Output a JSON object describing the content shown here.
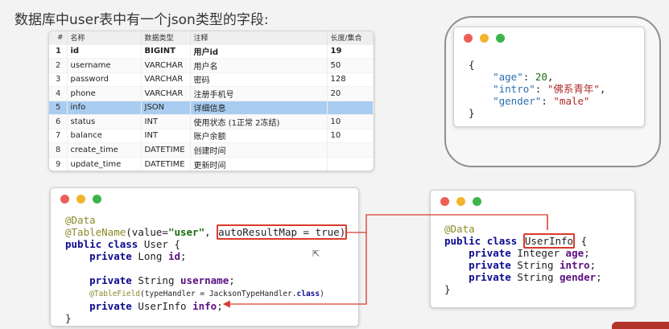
{
  "slide": {
    "title": "数据库中user表中有一个json类型的字段:"
  },
  "db_table": {
    "headers": [
      "#",
      "名称",
      "数据类型",
      "注释",
      "长度/集合"
    ],
    "rows": [
      {
        "num": "1",
        "name": "id",
        "type": "BIGINT",
        "comment": "用户id",
        "length": "19"
      },
      {
        "num": "2",
        "name": "username",
        "type": "VARCHAR",
        "comment": "用户名",
        "length": "50"
      },
      {
        "num": "3",
        "name": "password",
        "type": "VARCHAR",
        "comment": "密码",
        "length": "128"
      },
      {
        "num": "4",
        "name": "phone",
        "type": "VARCHAR",
        "comment": "注册手机号",
        "length": "20"
      },
      {
        "num": "5",
        "name": "info",
        "type": "JSON",
        "comment": "详细信息",
        "length": ""
      },
      {
        "num": "6",
        "name": "status",
        "type": "INT",
        "comment": "使用状态 (1正常 2冻结)",
        "length": "10"
      },
      {
        "num": "7",
        "name": "balance",
        "type": "INT",
        "comment": "账户余额",
        "length": "10"
      },
      {
        "num": "8",
        "name": "create_time",
        "type": "DATETIME",
        "comment": "创建时间",
        "length": ""
      },
      {
        "num": "9",
        "name": "update_time",
        "type": "DATETIME",
        "comment": "更新时间",
        "length": ""
      }
    ]
  },
  "json_code": {
    "open": "{",
    "k_age": "\"age\"",
    "v_age": "20",
    "k_intro": "\"intro\"",
    "v_intro": "\"佛系青年\"",
    "k_gender": "\"gender\"",
    "v_gender": "\"male\"",
    "close": "}"
  },
  "user_code": {
    "ann_data": "@Data",
    "ann_tablename": "@TableName",
    "tn_open": "(value=",
    "tn_value": "\"user\"",
    "tn_comma": ",",
    "tn_boxed": "autoResultMap = true",
    "tn_close": ")",
    "kw_public": "public",
    "kw_class": "class",
    "class_name": "User {",
    "kw_private": "private",
    "t_long": "Long",
    "f_id": "id",
    "t_string": "String",
    "f_username": "username",
    "semi": ";",
    "ann_tablefield": "@TableField",
    "tf_args": "(typeHandler = JacksonTypeHandler.",
    "tf_class": "class",
    "tf_close": ")",
    "t_userinfo": "UserInfo",
    "f_info": "info",
    "close": "}"
  },
  "userinfo_code": {
    "ann_data": "@Data",
    "kw_public": "public",
    "kw_class": "class",
    "class_name": "UserInfo",
    "brace": "{",
    "kw_private": "private",
    "t_integer": "Integer",
    "f_age": "age",
    "t_string": "String",
    "f_intro": "intro",
    "f_gender": "gender",
    "semi": ";",
    "close": "}"
  },
  "icons": [
    "window-close-dot-icon",
    "window-minimize-dot-icon",
    "window-maximize-dot-icon",
    "arrow-connector-icon",
    "mouse-pointer-icon"
  ],
  "colors": {
    "highlight_box": "#d93a2c",
    "selected_row": "#a9cdf0",
    "accent": "#b3352a"
  }
}
